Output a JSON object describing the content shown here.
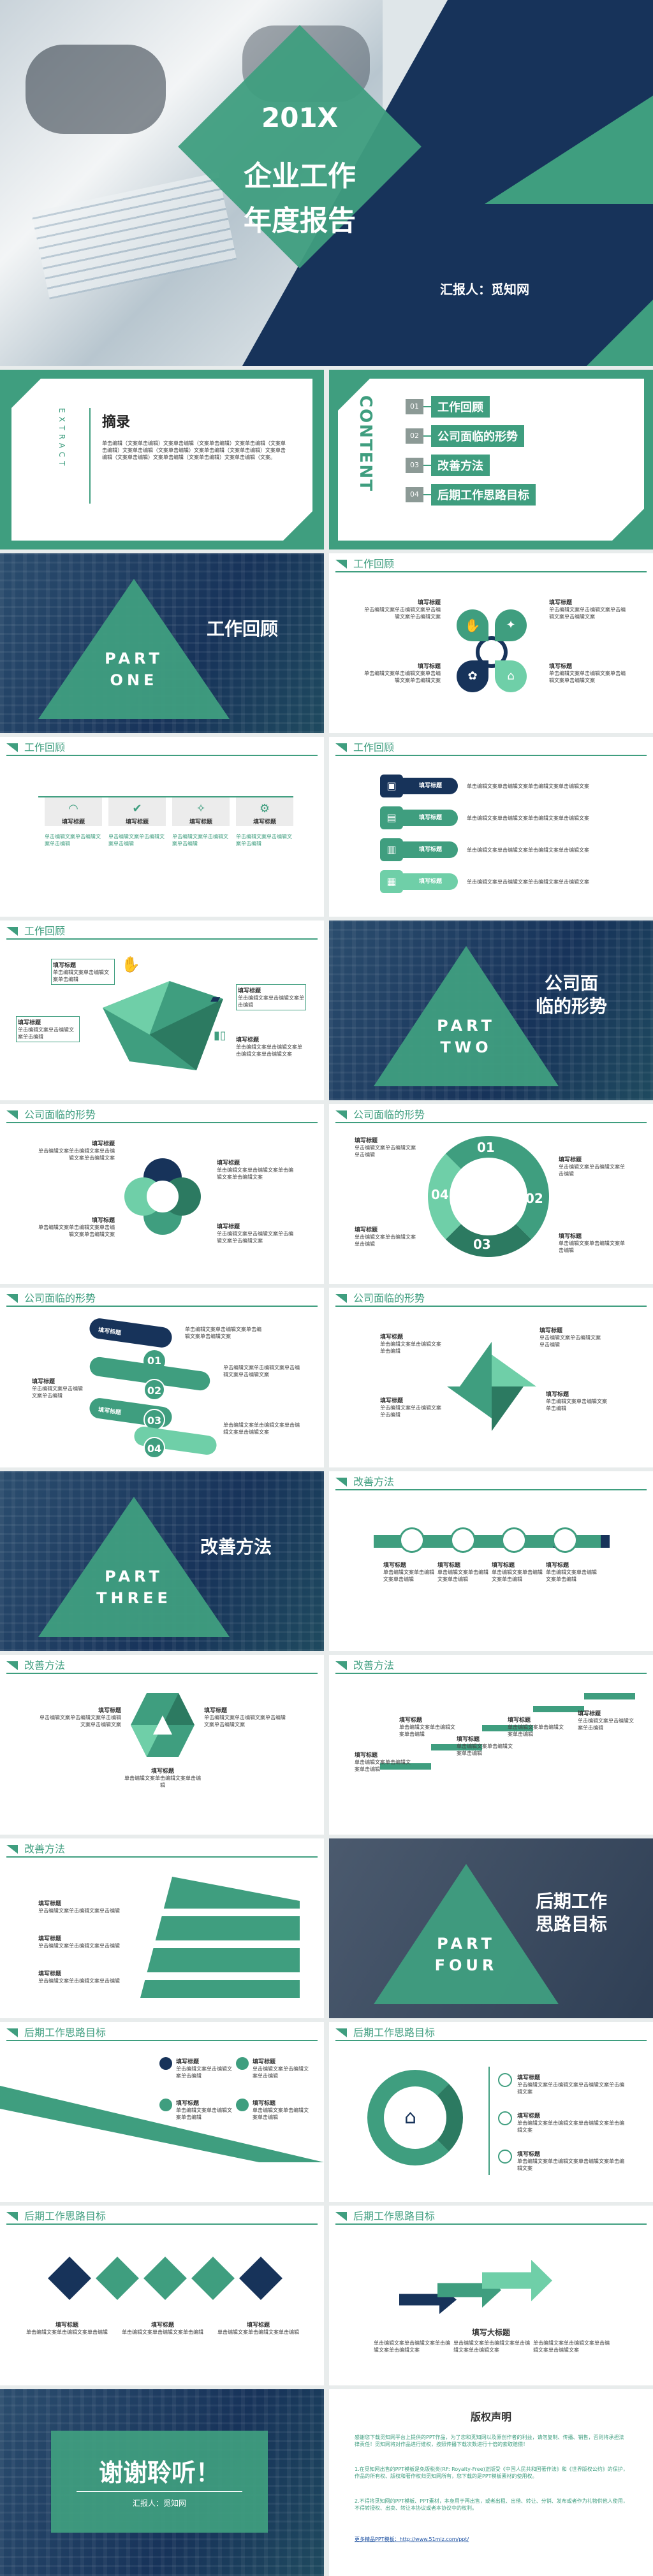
{
  "colors": {
    "primary": "#3f9e7f",
    "navy": "#17335a",
    "light": "#6fcfa8"
  },
  "cover": {
    "year": "201X",
    "title_line1": "企业工作",
    "title_line2": "年度报告",
    "reporter": "汇报人：觅知网"
  },
  "abstract": {
    "title": "摘录",
    "side_text": "EXTRACT",
    "body": "单击编辑（文案单击编辑）文案单击编辑（文案单击编辑）文案单击编辑（文案单击编辑）文案单击编辑（文案单击编辑）文案单击编辑（文案单击编辑）文案单击编辑（文案单击编辑）文案单击编辑（文案单击编辑）文案单击编辑（文案。"
  },
  "contents": {
    "side_text": "CONTENT",
    "items": [
      {
        "num": "01",
        "label": "工作回顾"
      },
      {
        "num": "02",
        "label": "公司面临的形势"
      },
      {
        "num": "03",
        "label": "改善方法"
      },
      {
        "num": "04",
        "label": "后期工作思路目标"
      }
    ]
  },
  "part_word": "PART",
  "part1": {
    "number": "ONE",
    "title": "工作回顾"
  },
  "part2": {
    "number": "TWO",
    "title_line1": "公司面",
    "title_line2": "临的形势"
  },
  "part3": {
    "number": "THREE",
    "title": "改善方法"
  },
  "part4": {
    "number": "FOUR",
    "title_line1": "后期工作",
    "title_line2": "思路目标"
  },
  "sections": {
    "s1": "工作回顾",
    "s2": "公司面临的形势",
    "s3": "改善方法",
    "s4": "后期工作思路目标"
  },
  "placeholder_title": "填写标题",
  "placeholder_big_title": "填写大标题",
  "placeholder_text": "单击编辑文案单击编辑文案单击编辑文案单击编辑文案",
  "placeholder_short": "单击编辑文案单击编辑文案单击编辑",
  "numbers": [
    "01",
    "02",
    "03",
    "04"
  ],
  "thanks": {
    "title": "谢谢聆听！",
    "reporter": "汇报人：觅知网"
  },
  "copyright": {
    "title": "版权声明",
    "body": "感谢您下载觅知网平台上提供的PPT作品，为了您和觅知网以及原创作者的利益，请勿复制、传播、销售，否则将承担法律责任！觅知网将对作品进行维权，按照传播下载次数进行十倍的索取赔偿！",
    "body2": "1.在觅知网出售的PPT模板是免版税类(RF: Royalty-Free)正版受《中国人民共和国著作法》和《世界版权公约》的保护，作品的所有权、版权和著作权归觅知网所有，您下载的是PPT模板素材的使用权。",
    "body3": "2.不得将觅知网的PPT模板、PPT素材，本身用于再出售，或者出租、出借、转让、分销、发布或者作为礼物供他人使用，不得转授权、出卖、转让本协议或者本协议中的权利。",
    "link": "更多精品PPT模板：http://www.51miz.com/ppt/"
  }
}
